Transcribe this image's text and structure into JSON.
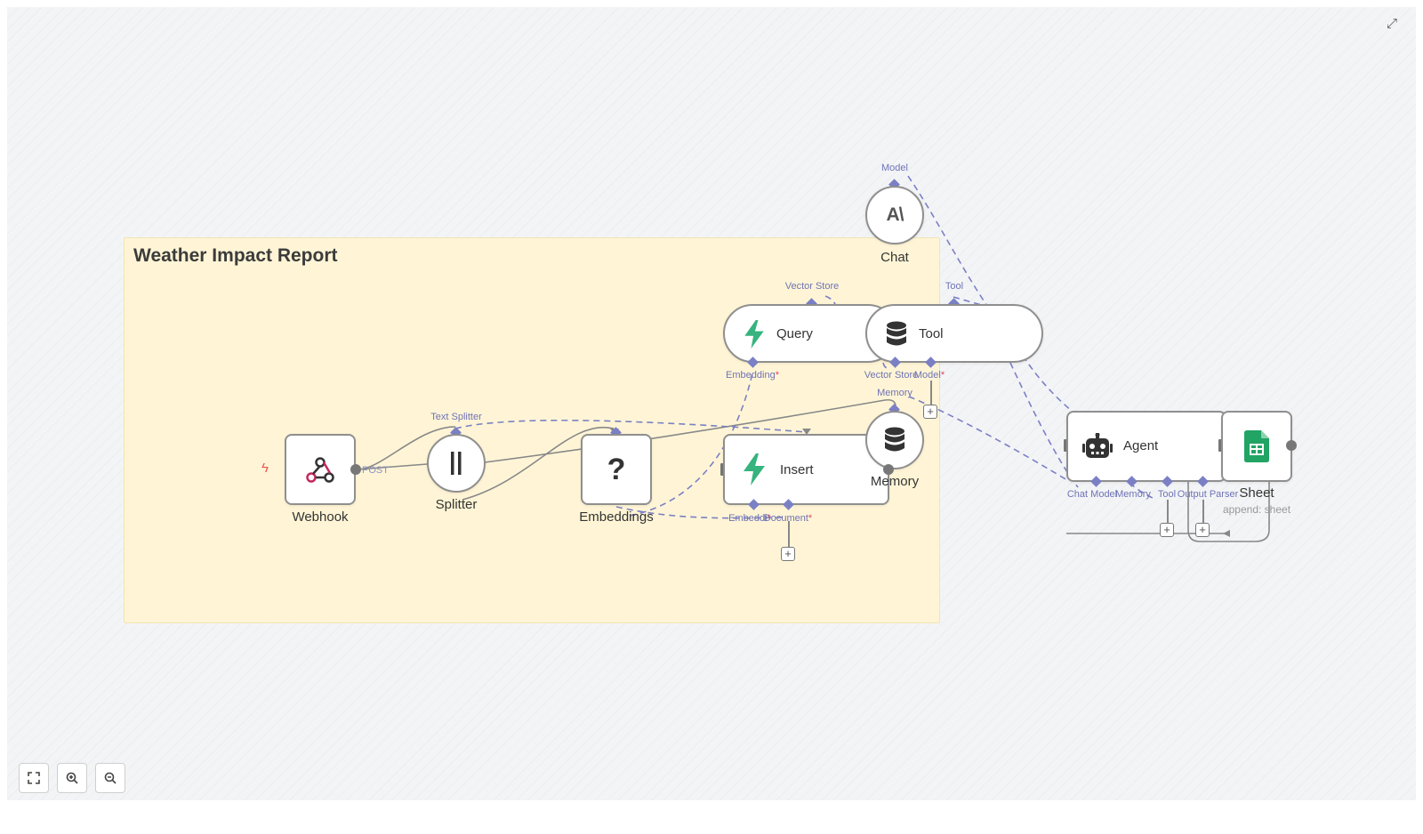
{
  "canvas": {
    "expand_icon": "expand-icon"
  },
  "sticky": {
    "title": "Weather Impact Report"
  },
  "nodes": {
    "webhook": {
      "label": "Webhook",
      "output_label": "POST",
      "icon": "webhook-icon"
    },
    "splitter": {
      "label": "Splitter",
      "icon": "splitter-icon",
      "port_top": "Text Splitter"
    },
    "embeddings": {
      "label": "Embeddings",
      "icon": "question-icon",
      "icon_text": "?"
    },
    "insert": {
      "label": "Insert",
      "icon": "bolt-icon",
      "ports": [
        "Embeddi",
        "Document"
      ]
    },
    "query": {
      "label": "Query",
      "icon": "bolt-icon",
      "port_top": "Vector Store",
      "port_bottom": "Embedding"
    },
    "tool": {
      "label": "Tool",
      "icon": "database-icon",
      "port_top": "Tool",
      "ports_bottom": [
        "Vector Store",
        "Model"
      ]
    },
    "memory": {
      "label": "Memory",
      "icon": "database-icon",
      "port_top": "Memory"
    },
    "chat": {
      "label": "Chat",
      "icon": "anthropic-icon",
      "icon_text": "A\\",
      "port_top": "Model"
    },
    "agent": {
      "label": "Agent",
      "icon": "robot-icon",
      "ports": [
        "Chat Model",
        "Memory",
        "Tool",
        "Output Parser"
      ]
    },
    "sheet": {
      "label": "Sheet",
      "subtitle": "append: sheet",
      "icon": "sheets-icon"
    }
  },
  "required_marker": "*",
  "plus": "+",
  "zoom_controls": [
    {
      "name": "fit-view-button",
      "icon": "fit-view-icon"
    },
    {
      "name": "zoom-in-button",
      "icon": "zoom-in-icon"
    },
    {
      "name": "zoom-out-button",
      "icon": "zoom-out-icon"
    }
  ],
  "colors": {
    "port": "#7b80c5",
    "sticky": "#fff5d6",
    "trigger": "#ef5350",
    "bolt": "#36b37e",
    "sheets": "#21a464"
  }
}
